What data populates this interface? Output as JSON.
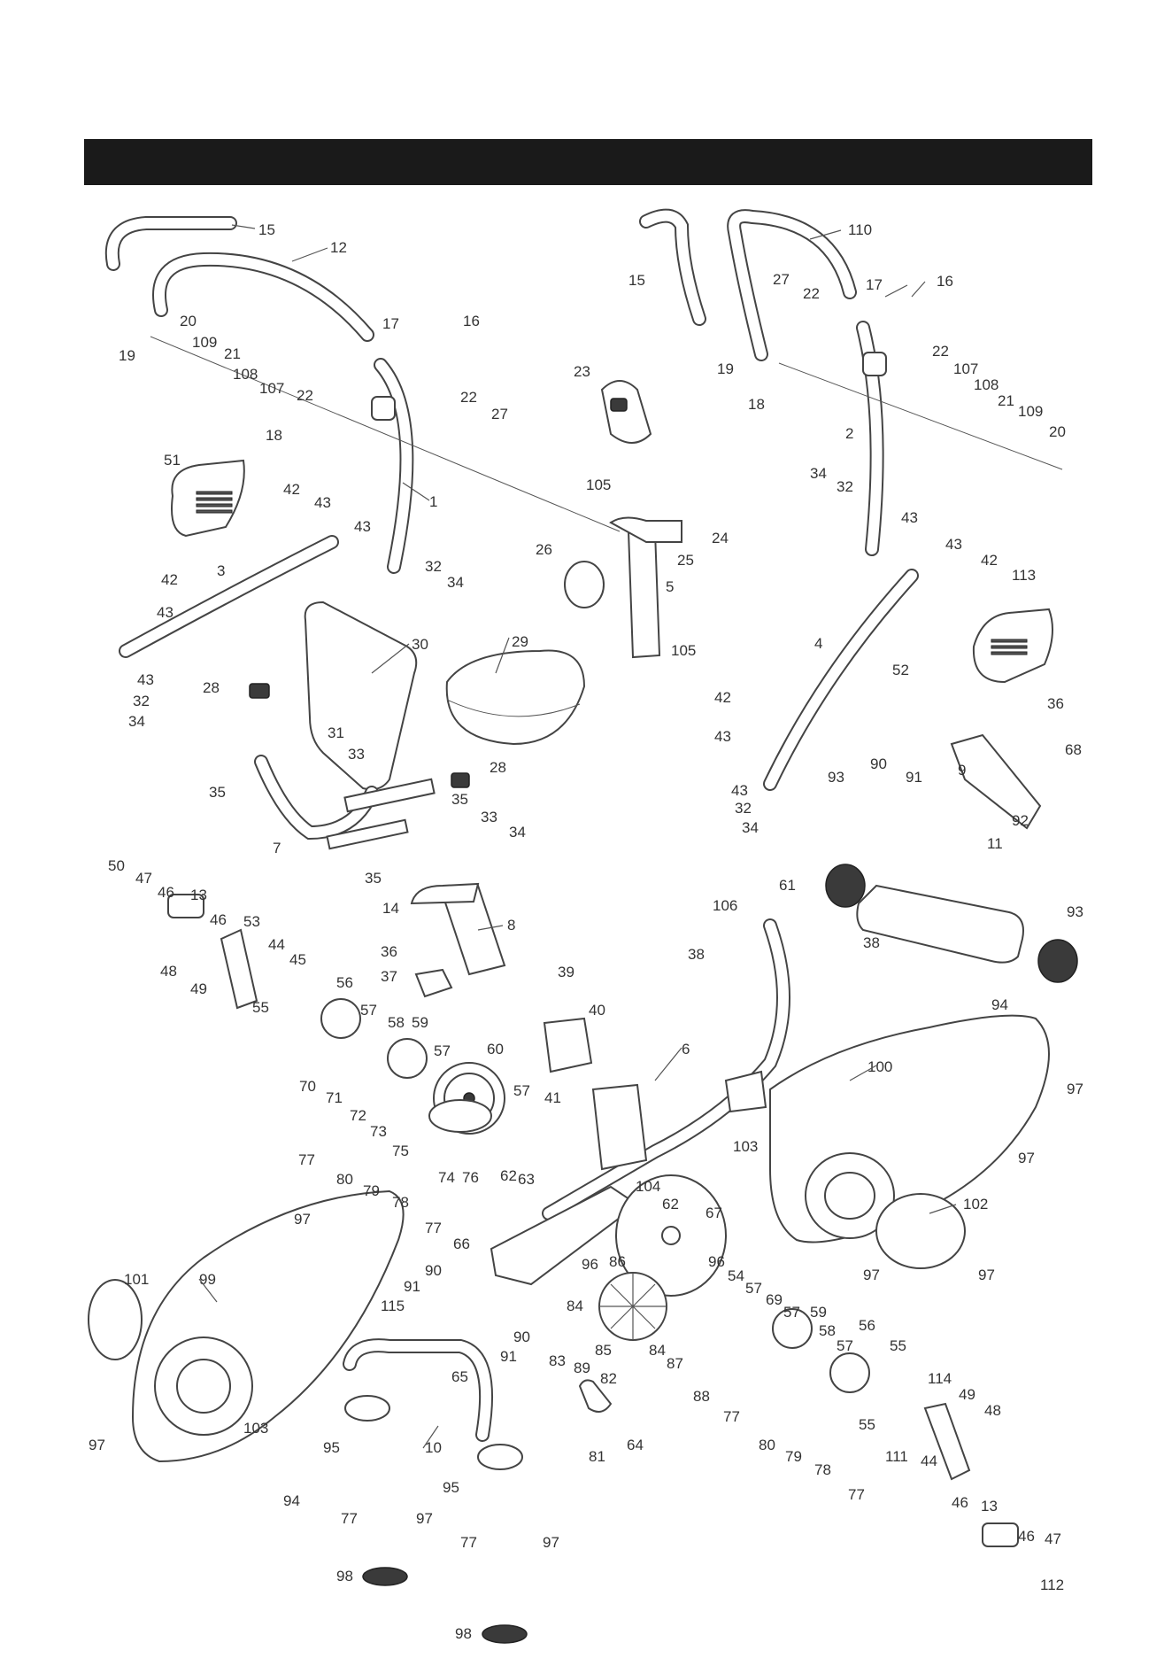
{
  "header": {
    "title": ""
  },
  "callouts": {
    "c1": "1",
    "c2": "2",
    "c3": "3",
    "c4": "4",
    "c5": "5",
    "c6": "6",
    "c7": "7",
    "c8": "8",
    "c9": "9",
    "c10": "10",
    "c11": "11",
    "c12": "12",
    "c13a": "13",
    "c13b": "13",
    "c14": "14",
    "c15a": "15",
    "c15b": "15",
    "c16a": "16",
    "c16b": "16",
    "c17a": "17",
    "c17b": "17",
    "c18a": "18",
    "c18b": "18",
    "c19a": "19",
    "c19b": "19",
    "c20a": "20",
    "c20b": "20",
    "c21a": "21",
    "c21b": "21",
    "c22a": "22",
    "c22b": "22",
    "c22c": "22",
    "c22d": "22",
    "c23": "23",
    "c24": "24",
    "c25": "25",
    "c26": "26",
    "c27a": "27",
    "c27b": "27",
    "c28a": "28",
    "c28b": "28",
    "c29": "29",
    "c30": "30",
    "c31": "31",
    "c32a": "32",
    "c32b": "32",
    "c32c": "32",
    "c32d": "32",
    "c33a": "33",
    "c33b": "33",
    "c34a": "34",
    "c34b": "34",
    "c34c": "34",
    "c34d": "34",
    "c34e": "34",
    "c35a": "35",
    "c35b": "35",
    "c35c": "35",
    "c36a": "36",
    "c36b": "36",
    "c37": "37",
    "c38a": "38",
    "c38b": "38",
    "c39": "39",
    "c40": "40",
    "c41": "41",
    "c42a": "42",
    "c42b": "42",
    "c42c": "42",
    "c42d": "42",
    "c43a": "43",
    "c43b": "43",
    "c43c": "43",
    "c43d": "43",
    "c43e": "43",
    "c43f": "43",
    "c43g": "43",
    "c43h": "43",
    "c44a": "44",
    "c44b": "44",
    "c45": "45",
    "c46a": "46",
    "c46b": "46",
    "c46c": "46",
    "c46d": "46",
    "c47a": "47",
    "c47b": "47",
    "c48a": "48",
    "c48b": "48",
    "c49a": "49",
    "c49b": "49",
    "c50": "50",
    "c51": "51",
    "c52": "52",
    "c53": "53",
    "c54": "54",
    "c55a": "55",
    "c55b": "55",
    "c55c": "55",
    "c56a": "56",
    "c56b": "56",
    "c57a": "57",
    "c57b": "57",
    "c57c": "57",
    "c57d": "57",
    "c57e": "57",
    "c57f": "57",
    "c58a": "58",
    "c58b": "58",
    "c59a": "59",
    "c59b": "59",
    "c60": "60",
    "c61": "61",
    "c62a": "62",
    "c62b": "62",
    "c63": "63",
    "c64": "64",
    "c65": "65",
    "c66": "66",
    "c67": "67",
    "c68": "68",
    "c69": "69",
    "c70": "70",
    "c71": "71",
    "c72": "72",
    "c73": "73",
    "c74": "74",
    "c75": "75",
    "c76": "76",
    "c77a": "77",
    "c77b": "77",
    "c77c": "77",
    "c77d": "77",
    "c77e": "77",
    "c77f": "77",
    "c78a": "78",
    "c78b": "78",
    "c79a": "79",
    "c79b": "79",
    "c80a": "80",
    "c80b": "80",
    "c81": "81",
    "c82": "82",
    "c83": "83",
    "c84a": "84",
    "c84b": "84",
    "c85": "85",
    "c86": "86",
    "c87": "87",
    "c88": "88",
    "c89": "89",
    "c90a": "90",
    "c90b": "90",
    "c90c": "90",
    "c91a": "91",
    "c91b": "91",
    "c91c": "91",
    "c92": "92",
    "c93a": "93",
    "c93b": "93",
    "c94a": "94",
    "c94b": "94",
    "c95a": "95",
    "c95b": "95",
    "c96a": "96",
    "c96b": "96",
    "c97a": "97",
    "c97b": "97",
    "c97c": "97",
    "c97d": "97",
    "c97e": "97",
    "c97f": "97",
    "c97g": "97",
    "c97h": "97",
    "c98a": "98",
    "c98b": "98",
    "c99": "99",
    "c100": "100",
    "c101": "101",
    "c102": "102",
    "c103a": "103",
    "c103b": "103",
    "c104": "104",
    "c105a": "105",
    "c105b": "105",
    "c106": "106",
    "c107a": "107",
    "c107b": "107",
    "c108a": "108",
    "c108b": "108",
    "c109a": "109",
    "c109b": "109",
    "c110": "110",
    "c111": "111",
    "c112": "112",
    "c113": "113",
    "c114": "114",
    "c115": "115"
  }
}
